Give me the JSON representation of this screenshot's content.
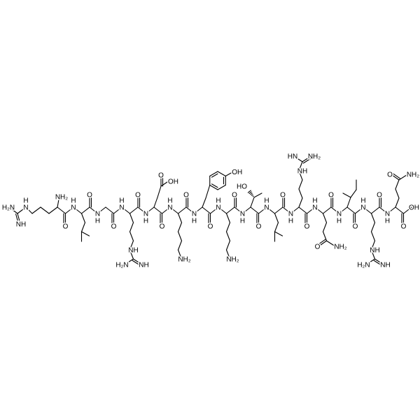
{
  "diagram": {
    "type": "chemical-structure",
    "colors": {
      "bond": "#000000",
      "background": "#ffffff"
    },
    "labels": {
      "h": "H",
      "n": "N",
      "o": "O",
      "oh": "OH",
      "ho": "HO",
      "nh": "NH",
      "hn": "HN",
      "nh2": "NH₂",
      "h2n": "H₂N"
    }
  }
}
